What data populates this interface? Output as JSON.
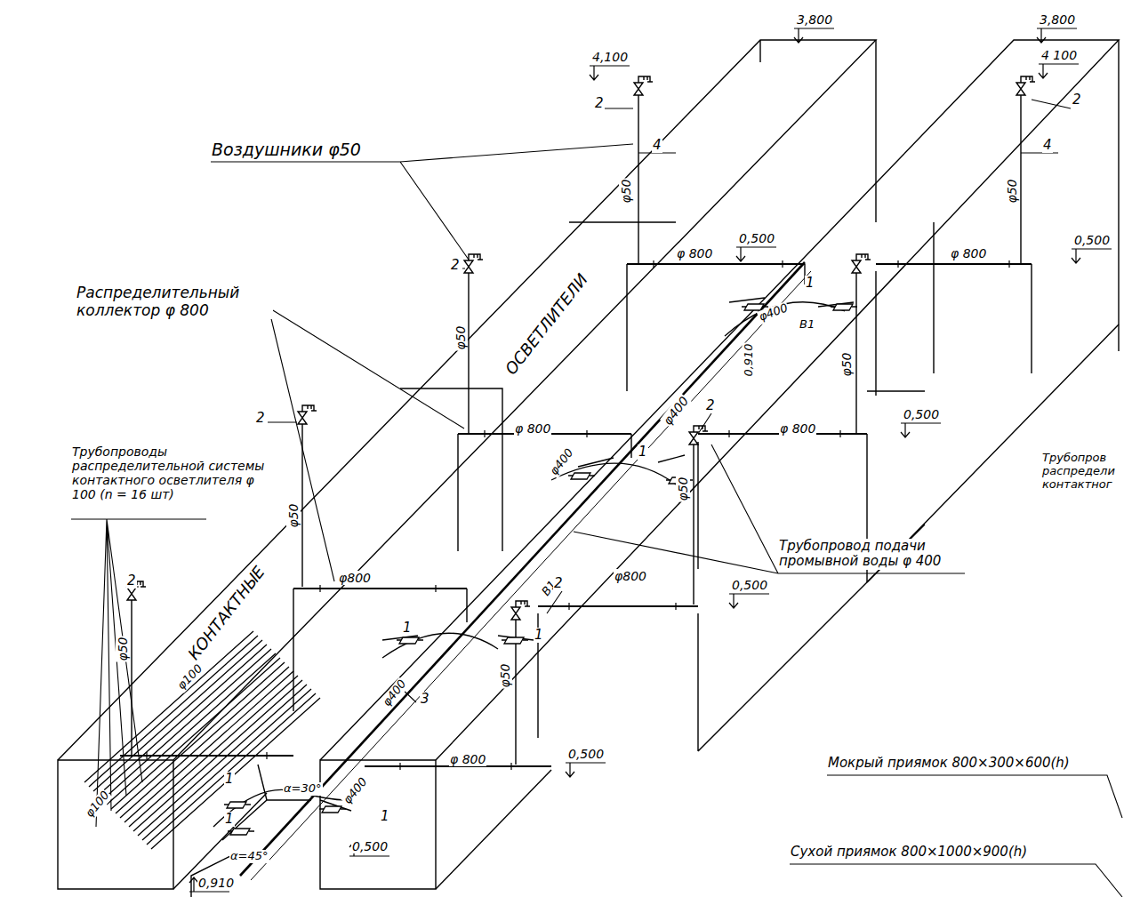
{
  "diagram": {
    "labels": [
      "3,800",
      "3,800",
      "4,100",
      "4 100",
      "2",
      "2",
      "4",
      "4",
      "Воздушники φ50",
      "φ50",
      "φ50",
      "φ 800",
      "0,500",
      "0,500",
      "φ 800",
      "Распределительный коллектор φ 800",
      "ОСВЕТЛИТЕЛИ",
      "2",
      "φ50",
      "1",
      "φ400",
      "В1",
      "0,910",
      "φ50",
      "φ400",
      "2",
      "φ50",
      "Трубопроводы распределительной системы контактного осветлителя φ 100 (n = 16 шт)",
      "φ 800",
      "φ400",
      "2",
      "1",
      "0,500",
      "φ 800",
      "Трубопров распредели контактног",
      "КОНТАКТНЫЕ",
      "φ50",
      "В1",
      "Трубопровод подачи промывной воды φ 400",
      "2",
      "φ800",
      "2",
      "φ800",
      "0,500",
      "1",
      "1",
      "φ50",
      "φ100",
      "φ400",
      "3",
      "φ50",
      "Мокрый приямок 800×300×600(h)",
      "φ 800",
      "0,500",
      "φ100",
      "Сухой приямок 800×1000×900(h)",
      "1",
      "α=30°",
      "φ400",
      "1",
      "1",
      "α=45°",
      "0,500",
      "0,910"
    ]
  }
}
